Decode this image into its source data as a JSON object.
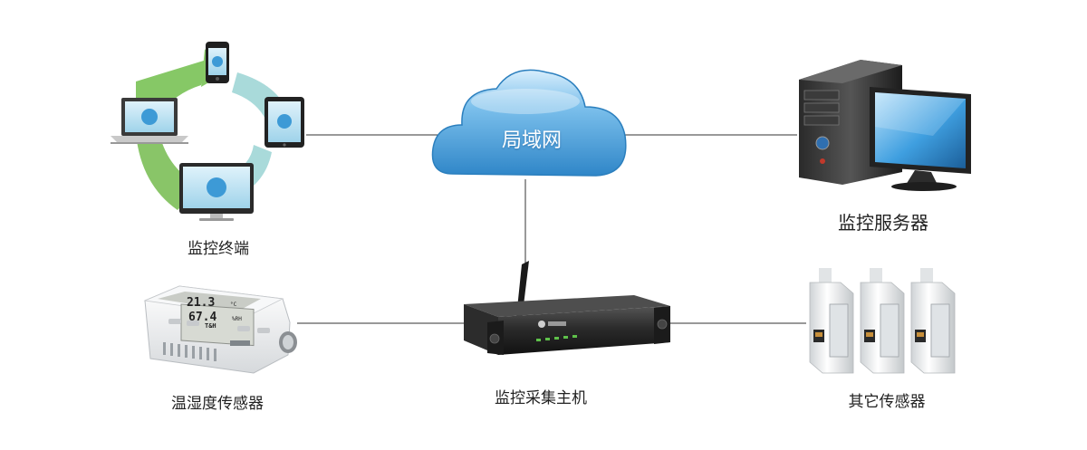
{
  "nodes": {
    "lan": {
      "label": "局域网"
    },
    "terminals": {
      "label": "监控终端"
    },
    "server": {
      "label": "监控服务器"
    },
    "th_sensor": {
      "label": "温湿度传感器"
    },
    "host": {
      "label": "监控采集主机"
    },
    "other_sensors": {
      "label": "其它传感器"
    }
  },
  "device_text": {
    "th_display_top": "21.3",
    "th_display_bottom": "67.4",
    "th_unit_c": "°C",
    "th_unit_rh": "%RH",
    "th_brand": "T&H"
  },
  "colors": {
    "line": "#333333",
    "cloud": "#3d9ad6",
    "arrow_green": "#7cc35a",
    "arrow_teal": "#9fd4d4",
    "label": "#222222"
  },
  "icons": {
    "cloud": "cloud-icon",
    "server": "desktop-computer-icon",
    "host": "rack-host-icon",
    "th_sensor": "thermo-hygrometer-icon",
    "other_sensors": "sensor-probe-icon"
  }
}
